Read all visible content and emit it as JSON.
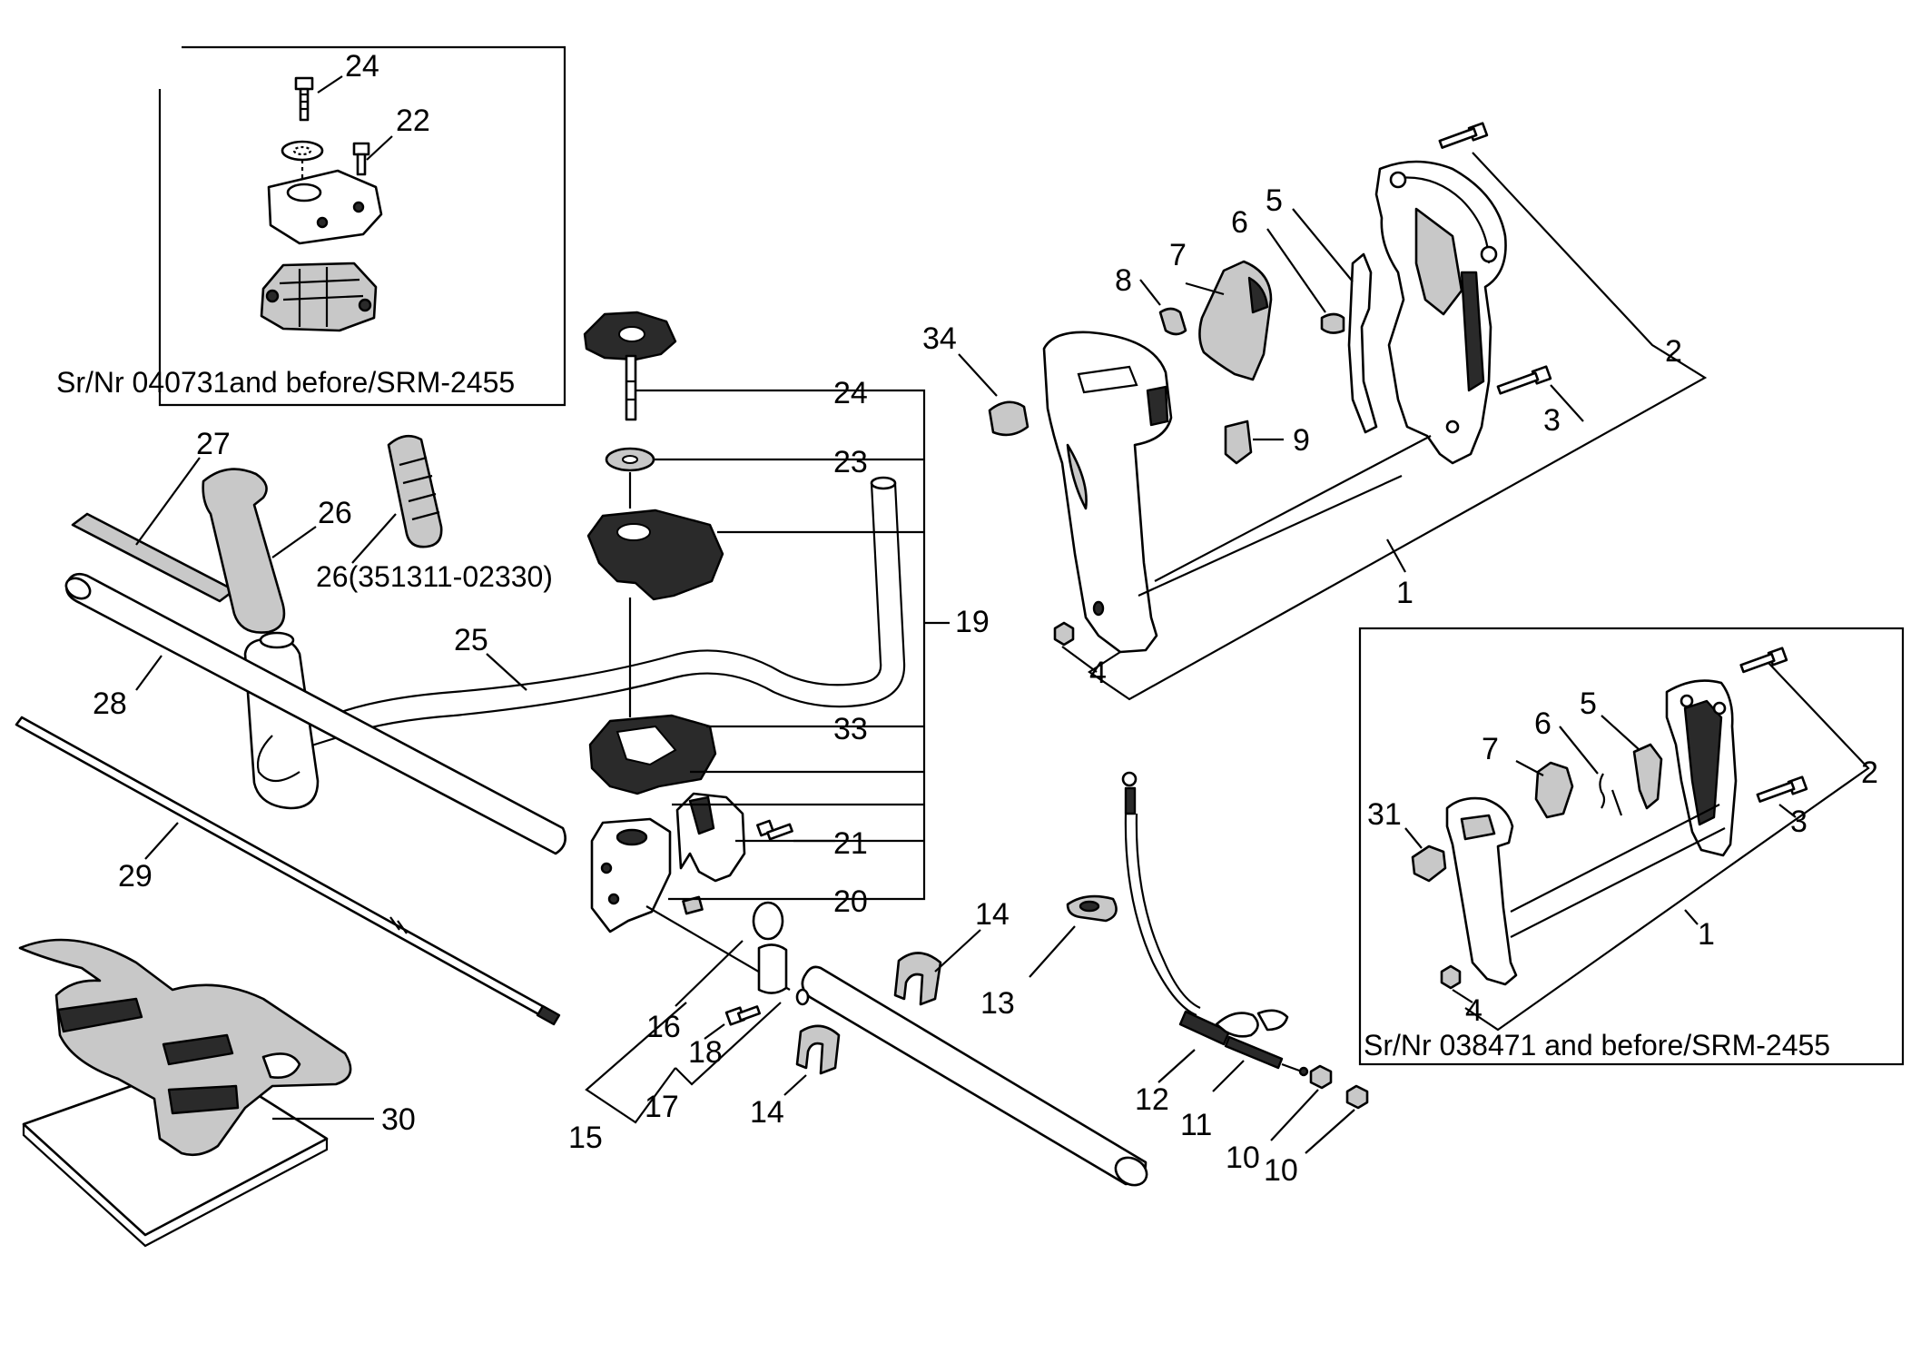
{
  "callouts": {
    "n1": "1",
    "n2": "2",
    "n3": "3",
    "n4": "4",
    "n5": "5",
    "n6": "6",
    "n7": "7",
    "n8": "8",
    "n9": "9",
    "n10": "10",
    "n11": "11",
    "n12": "12",
    "n13": "13",
    "n14": "14",
    "n15": "15",
    "n16": "16",
    "n17": "17",
    "n18": "18",
    "n19": "19",
    "n20": "20",
    "n21": "21",
    "n22": "22",
    "n23": "23",
    "n24": "24",
    "n25": "25",
    "n26": "26",
    "n26alt": "26(351311-02330)",
    "n27": "27",
    "n28": "28",
    "n29": "29",
    "n30": "30",
    "n31": "31",
    "n33": "33",
    "n34": "34"
  },
  "captions": {
    "inset_top_left": "Sr/Nr 040731and before/SRM-2455",
    "inset_right": "Sr/Nr 038471 and before/SRM-2455"
  }
}
